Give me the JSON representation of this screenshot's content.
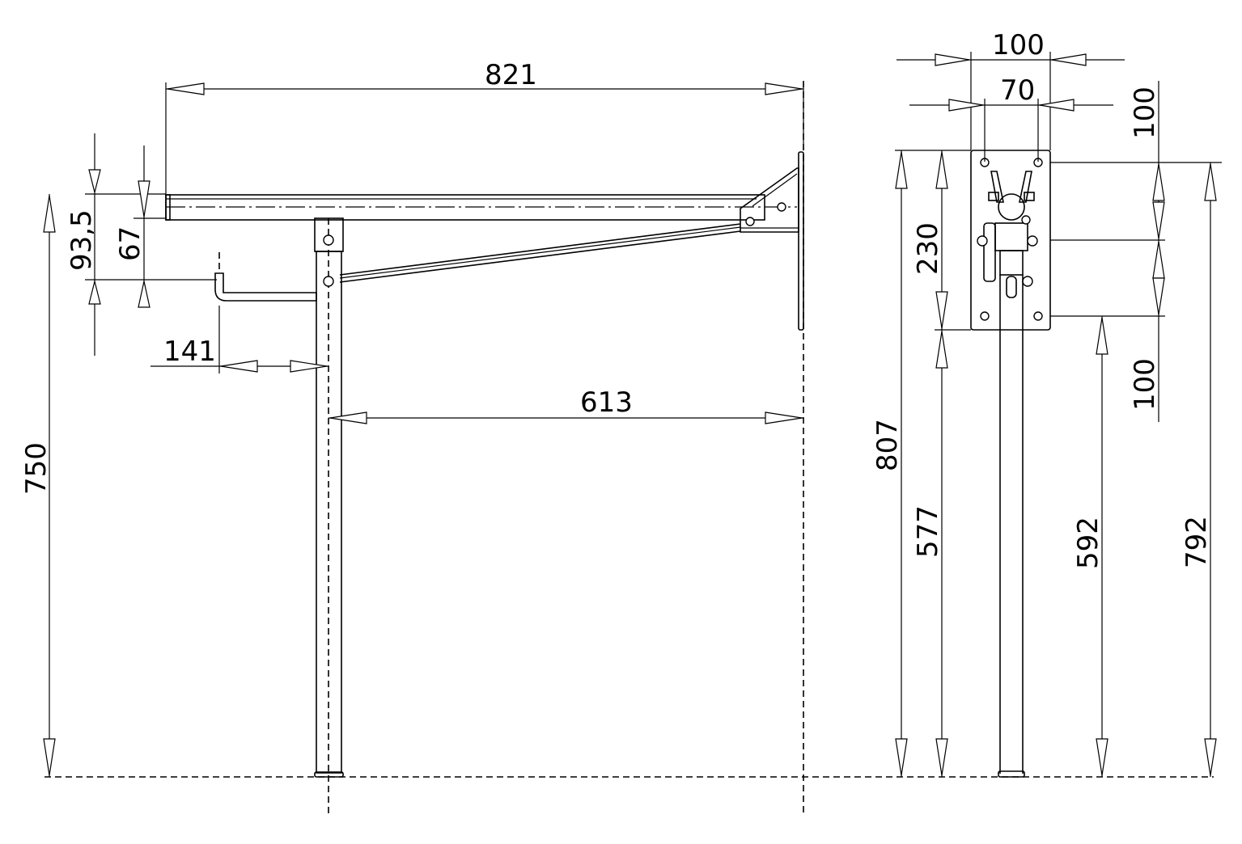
{
  "drawing": {
    "line_color": "#000000",
    "background": "#ffffff",
    "side_view": {
      "dimensions": {
        "arm_length": "821",
        "arm_offset": "93,5",
        "bracket_offset": "67",
        "holder_offset": "141",
        "leg_to_wall": "613",
        "height": "750"
      }
    },
    "front_view": {
      "dimensions": {
        "plate_width": "100",
        "hole_spacing": "70",
        "top_margin": "100",
        "bottom_margin": "100",
        "total_height": "807",
        "plate_bottom": "577",
        "hole_height": "592",
        "top_hole": "792"
      }
    }
  }
}
